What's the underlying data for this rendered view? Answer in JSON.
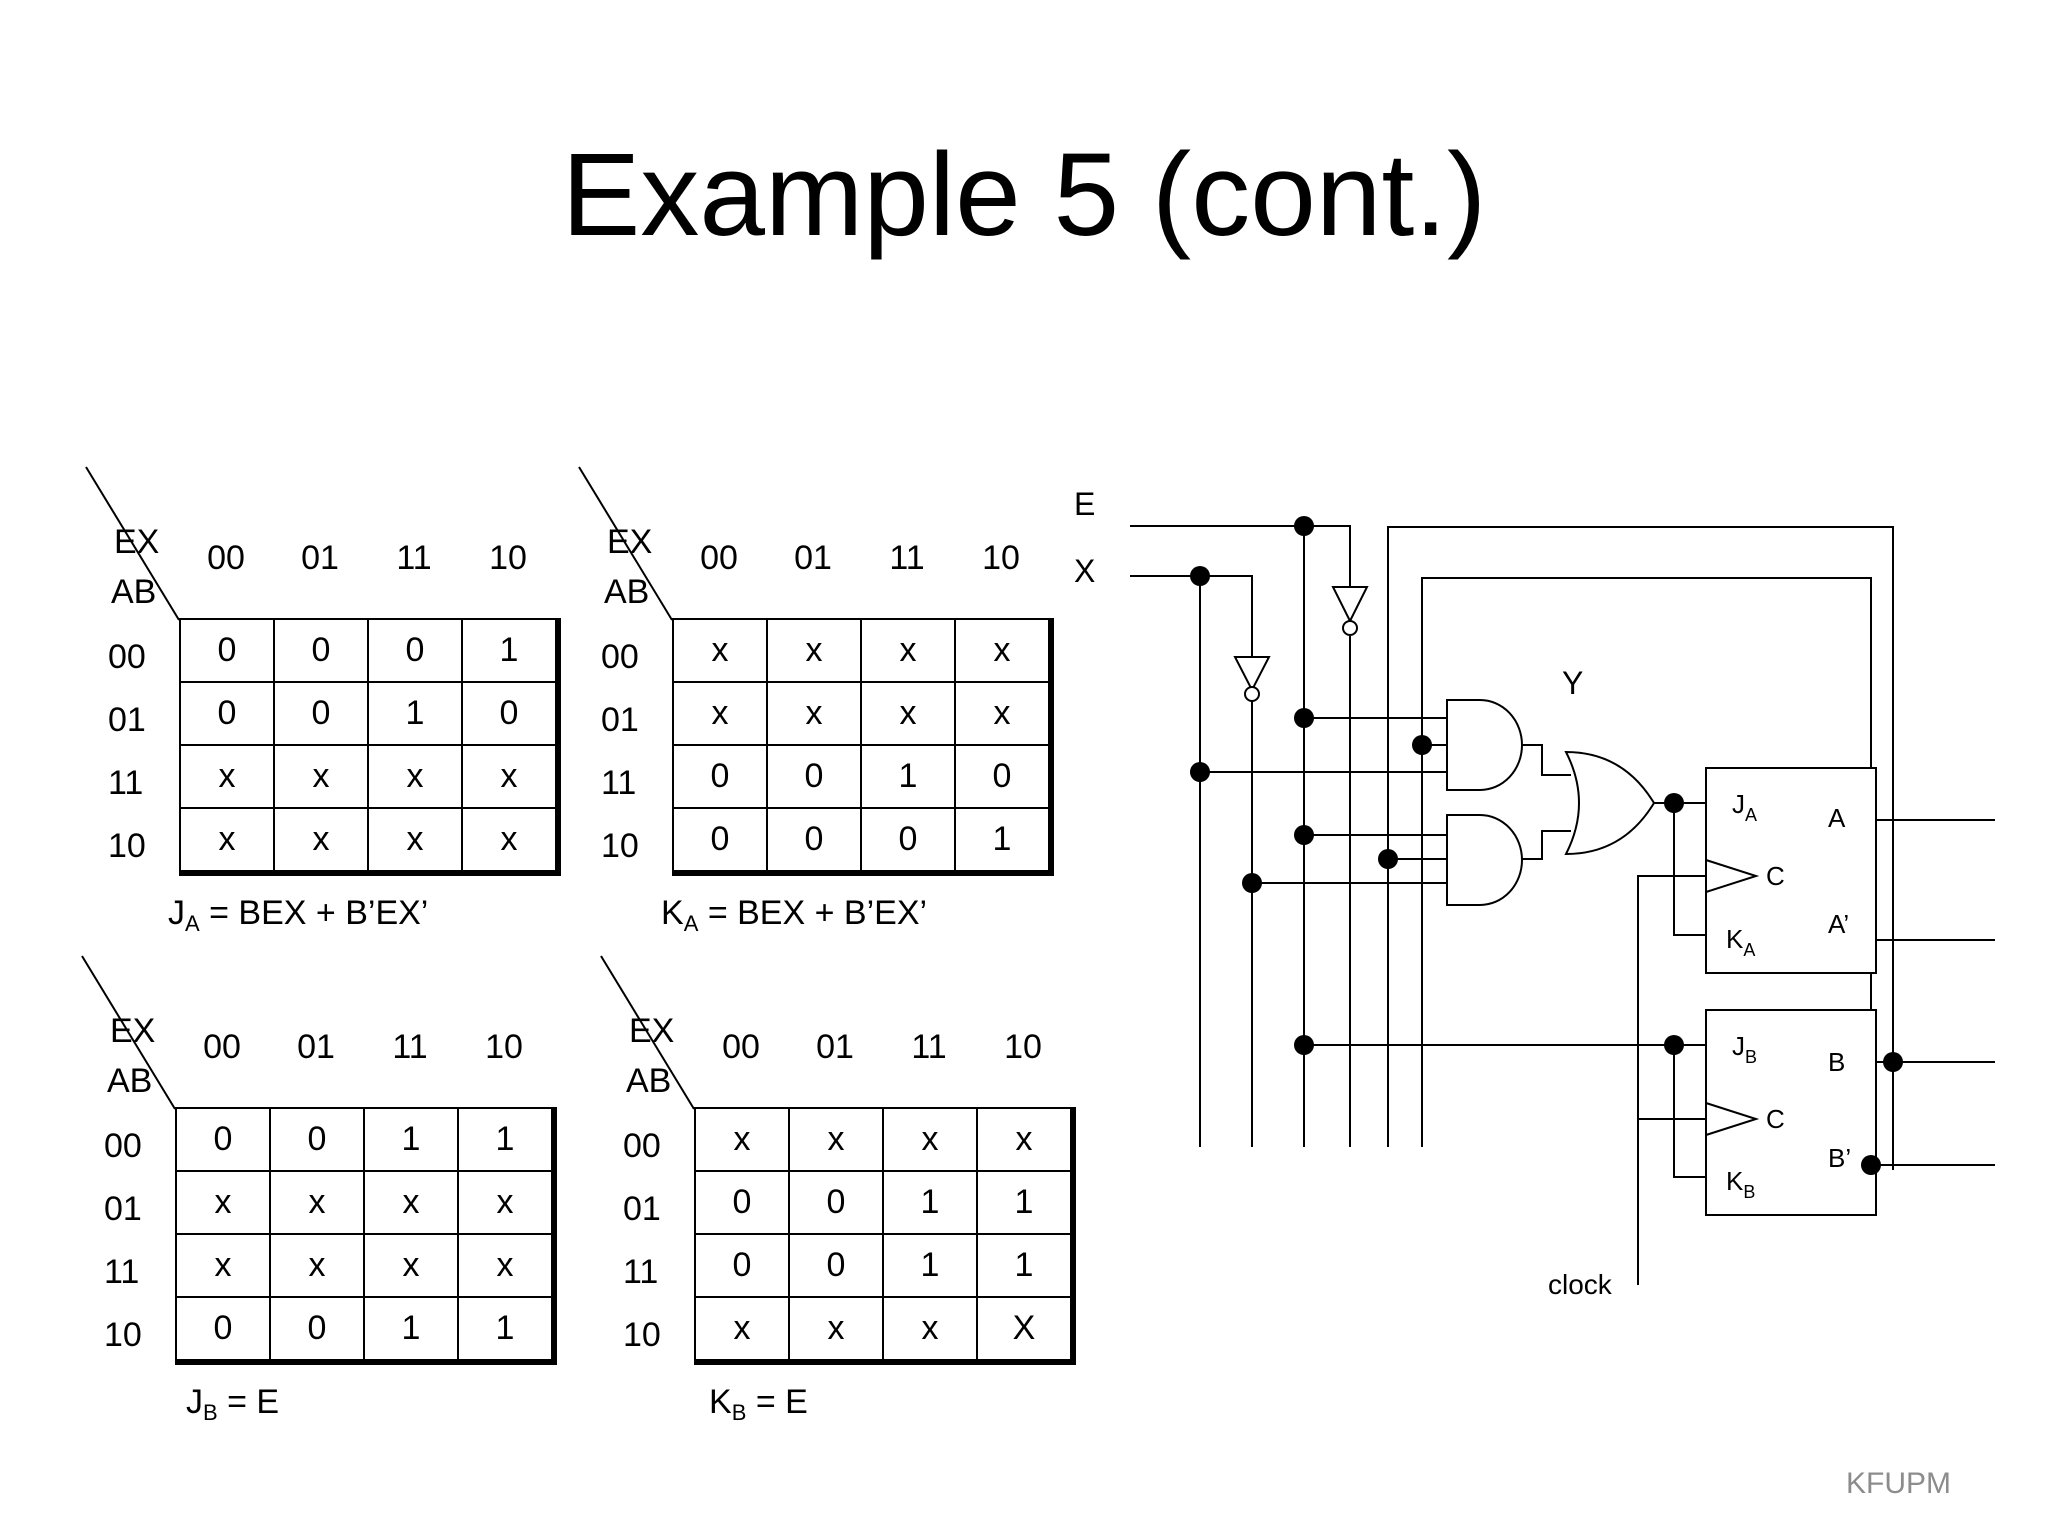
{
  "title": "Example 5 (cont.)",
  "footer": "KFUPM",
  "kmaps": [
    {
      "var_top": "EX",
      "var_left": "AB",
      "col_headers": [
        "00",
        "01",
        "11",
        "10"
      ],
      "row_headers": [
        "00",
        "01",
        "11",
        "10"
      ],
      "cells": [
        [
          "0",
          "0",
          "0",
          "1"
        ],
        [
          "0",
          "0",
          "1",
          "0"
        ],
        [
          "x",
          "x",
          "x",
          "x"
        ],
        [
          "x",
          "x",
          "x",
          "x"
        ]
      ],
      "eq_main": "J",
      "eq_sub": "A",
      "eq_rest": " = BEX + B’EX’"
    },
    {
      "var_top": "EX",
      "var_left": "AB",
      "col_headers": [
        "00",
        "01",
        "11",
        "10"
      ],
      "row_headers": [
        "00",
        "01",
        "11",
        "10"
      ],
      "cells": [
        [
          "x",
          "x",
          "x",
          "x"
        ],
        [
          "x",
          "x",
          "x",
          "x"
        ],
        [
          "0",
          "0",
          "1",
          "0"
        ],
        [
          "0",
          "0",
          "0",
          "1"
        ]
      ],
      "eq_main": "K",
      "eq_sub": "A",
      "eq_rest": " = BEX + B’EX’"
    },
    {
      "var_top": "EX",
      "var_left": "AB",
      "col_headers": [
        "00",
        "01",
        "11",
        "10"
      ],
      "row_headers": [
        "00",
        "01",
        "11",
        "10"
      ],
      "cells": [
        [
          "0",
          "0",
          "1",
          "1"
        ],
        [
          "x",
          "x",
          "x",
          "x"
        ],
        [
          "x",
          "x",
          "x",
          "x"
        ],
        [
          "0",
          "0",
          "1",
          "1"
        ]
      ],
      "eq_main": "J",
      "eq_sub": "B",
      "eq_rest": " = E"
    },
    {
      "var_top": "EX",
      "var_left": "AB",
      "col_headers": [
        "00",
        "01",
        "11",
        "10"
      ],
      "row_headers": [
        "00",
        "01",
        "11",
        "10"
      ],
      "cells": [
        [
          "x",
          "x",
          "x",
          "x"
        ],
        [
          "0",
          "0",
          "1",
          "1"
        ],
        [
          "0",
          "0",
          "1",
          "1"
        ],
        [
          "x",
          "x",
          "x",
          "X"
        ]
      ],
      "eq_main": "K",
      "eq_sub": "B",
      "eq_rest": " = E"
    }
  ],
  "circuit": {
    "input_e": "E",
    "input_x": "X",
    "or_output": "Y",
    "clock": "clock",
    "ff_a": {
      "j": "J",
      "j_sub": "A",
      "k": "K",
      "k_sub": "A",
      "c": "C",
      "q": "A",
      "qn": "A’"
    },
    "ff_b": {
      "j": "J",
      "j_sub": "B",
      "k": "K",
      "k_sub": "B",
      "c": "C",
      "q": "B",
      "qn": "B’"
    }
  }
}
